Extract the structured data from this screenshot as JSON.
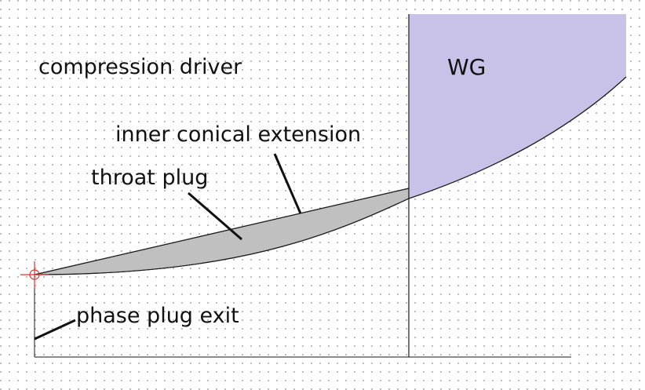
{
  "labels": {
    "compression_driver": "compression driver",
    "wg": "WG",
    "inner_conical_extension": "inner conical extension",
    "throat_plug": "throat plug",
    "phase_plug_exit": "phase plug exit"
  },
  "colors": {
    "waveguide_fill": "#c9c2e8",
    "plug_fill": "#c0c0c0",
    "line": "#1a1a1a",
    "origin_marker": "#e03030",
    "grid_dot": "#8f8f8f",
    "background": "#ffffff"
  }
}
